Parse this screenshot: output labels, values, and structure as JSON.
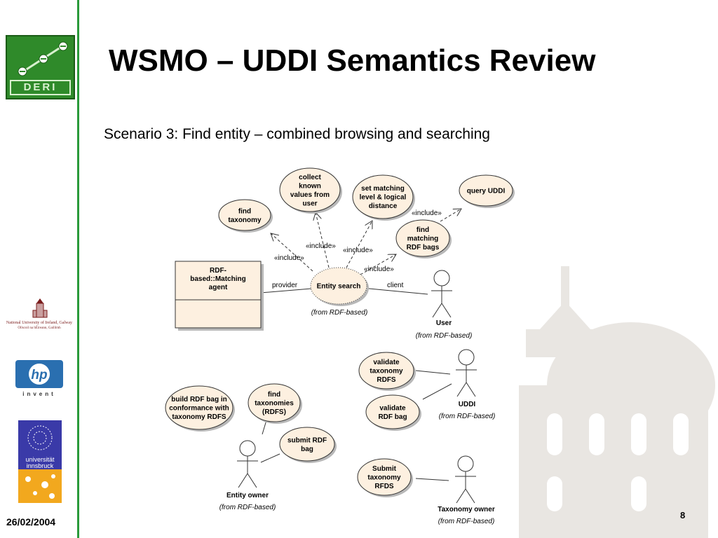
{
  "header": {
    "title": "WSMO – UDDI Semantics Review",
    "subtitle": "Scenario 3: Find entity – combined browsing and searching"
  },
  "sidebar": {
    "deri_logo_text": "DERI",
    "nui_line1": "National University of Ireland, Galway",
    "nui_line2": "Ollscoil na hÉireann, Gaillimh",
    "hp_logo_text": "hp",
    "hp_tagline": "invent",
    "uibk_line1": "universität",
    "uibk_line2": "innsbruck"
  },
  "footer": {
    "date": "26/02/2004",
    "page_number": "8"
  },
  "diagram": {
    "use_cases": {
      "collect": [
        "collect",
        "known",
        "values from",
        "user"
      ],
      "set_matching": [
        "set matching",
        "level & logical",
        "distance"
      ],
      "query_uddi": [
        "query UDDI"
      ],
      "find_taxonomy": [
        "find",
        "taxonomy"
      ],
      "find_matching": [
        "find",
        "matching",
        "RDF bags"
      ],
      "entity_search": [
        "Entity search"
      ],
      "validate_tax": [
        "validate",
        "taxonomy",
        "RDFS"
      ],
      "validate_bag": [
        "validate",
        "RDF bag"
      ],
      "build_rdf": [
        "build RDF bag in",
        "conformance with",
        "taxonomy RDFS"
      ],
      "find_taxonomies": [
        "find",
        "taxonomies",
        "(RDFS)"
      ],
      "submit_bag": [
        "submit RDF",
        "bag"
      ],
      "submit_tax": [
        "Submit",
        "taxonomy",
        "RFDS"
      ]
    },
    "class_box": [
      "RDF-",
      "based::Matching",
      "agent"
    ],
    "actors": {
      "user": "User",
      "uddi": "UDDI",
      "entity_owner": "Entity owner",
      "taxonomy_owner": "Taxonomy owner"
    },
    "labels": {
      "include": "«include»",
      "provider": "provider",
      "client": "client",
      "from_rdf": "(from RDF-based)"
    }
  },
  "colors": {
    "accent_green": "#2a9a3a",
    "usecase_fill": "#fdf0e0",
    "usecase_border": "#333333",
    "shadow": "#b8b8b8"
  }
}
